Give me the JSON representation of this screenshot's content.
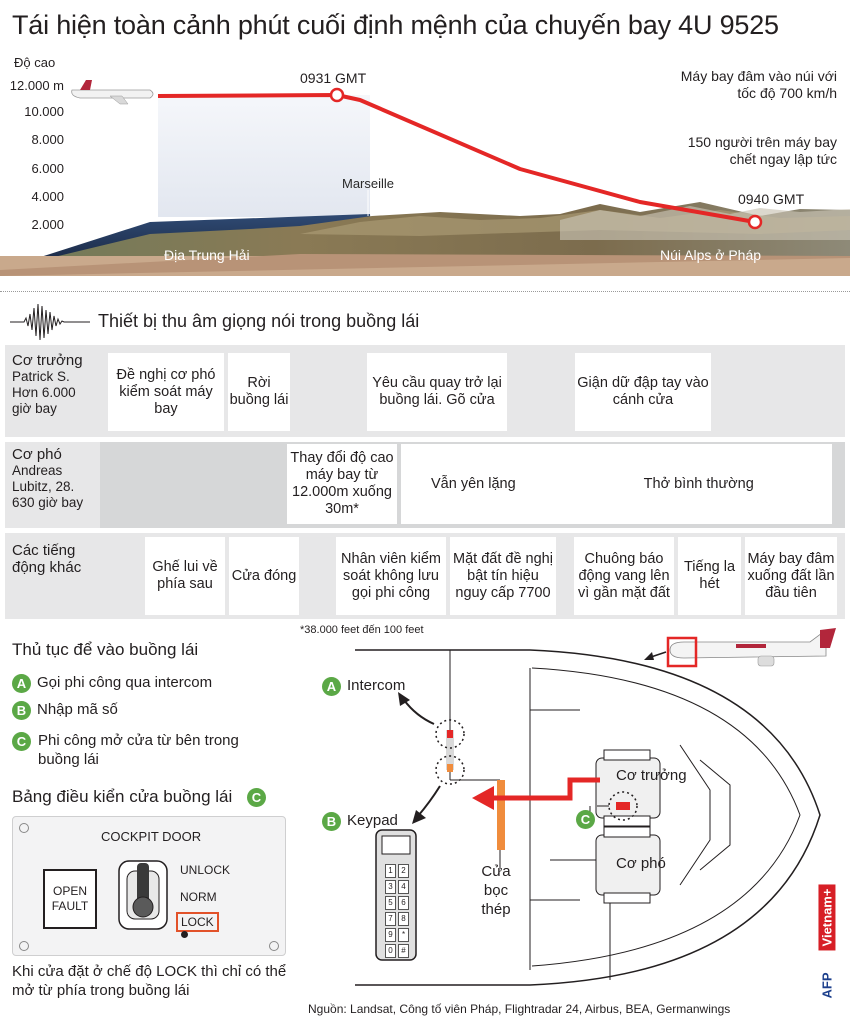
{
  "title": "Tái hiện toàn cảnh phút cuối định mệnh của chuyến bay 4U 9525",
  "altitude": {
    "axis_label": "Độ cao",
    "ticks": [
      "12.000 m",
      "10.000",
      "8.000",
      "6.000",
      "4.000",
      "2.000"
    ],
    "time_start": "0931 GMT",
    "time_end": "0940 GMT",
    "city_label": "Marseille",
    "sea_label": "Địa Trung Hải",
    "mountain_label": "Núi Alps ở Pháp",
    "crash_note_1": "Máy bay đâm vào núi với tốc độ 700 km/h",
    "crash_note_2": "150 người trên máy bay chết ngay lập tức",
    "path_color": "#e42726"
  },
  "recorder": {
    "heading": "Thiết bị thu âm giọng nói trong buồng lái",
    "rows": [
      {
        "role": "Cơ trưởng",
        "detail": "Patrick S. Hơn 6.000 giờ bay",
        "events": [
          "Đề nghị cơ phó kiểm soát máy bay",
          "Rời buồng lái",
          "Yêu cầu quay trở lại buồng lái. Gõ cửa",
          "Giận dữ đập tay vào cánh cửa"
        ]
      },
      {
        "role": "Cơ phó",
        "detail": "Andreas Lubitz, 28. 630 giờ bay",
        "events": [
          "Thay đổi độ cao máy bay từ 12.000m xuống 30m*",
          "Vẫn yên lặng",
          "Thở bình thường"
        ]
      },
      {
        "role": "Các tiếng động khác",
        "detail": "",
        "events": [
          "Ghế lui về phía sau",
          "Cửa đóng",
          "Nhân viên kiểm soát không lưu gọi phi công",
          "Mặt đất đề nghị bật tín hiệu nguy cấp 7700",
          "Chuông báo động vang lên vì gần mặt đất",
          "Tiếng la hét",
          "Máy bay đâm xuống đất lần đầu tiên"
        ]
      }
    ],
    "footnote": "*38.000 feet đến 100 feet"
  },
  "procedure": {
    "heading": "Thủ tục để vào buồng lái",
    "steps": [
      {
        "badge": "A",
        "text": "Gọi phi công qua intercom"
      },
      {
        "badge": "B",
        "text": "Nhập mã số"
      },
      {
        "badge": "C",
        "text": "Phi công mở cửa từ bên trong buồng lái"
      }
    ],
    "badge_color": "#5ba846"
  },
  "panel": {
    "heading": "Bảng điều kiển cửa buồng lái",
    "badge": "C",
    "door_label": "COCKPIT DOOR",
    "unlock": "UNLOCK",
    "norm": "NORM",
    "lock": "LOCK",
    "open": "OPEN",
    "fault": "FAULT",
    "note": "Khi cửa đặt ở chế độ LOCK thì chỉ có thể mở từ phía trong buồng lái"
  },
  "cockpit": {
    "intercom_badge": "A",
    "intercom": "Intercom",
    "keypad_badge": "B",
    "keypad": "Keypad",
    "captain": "Cơ trưởng",
    "first_officer": "Cơ phó",
    "c_badge": "C",
    "door": "Cửa bọc thép",
    "keys": [
      "1",
      "2",
      "3",
      "4",
      "5",
      "6",
      "7",
      "8",
      "9",
      "*",
      "0",
      "#"
    ]
  },
  "source": "Nguồn: Landsat, Công tố viên Pháp, Flightradar 24, Airbus, BEA, Germanwings",
  "credit_afp": "AFP",
  "credit_vn": "Vietnam+"
}
